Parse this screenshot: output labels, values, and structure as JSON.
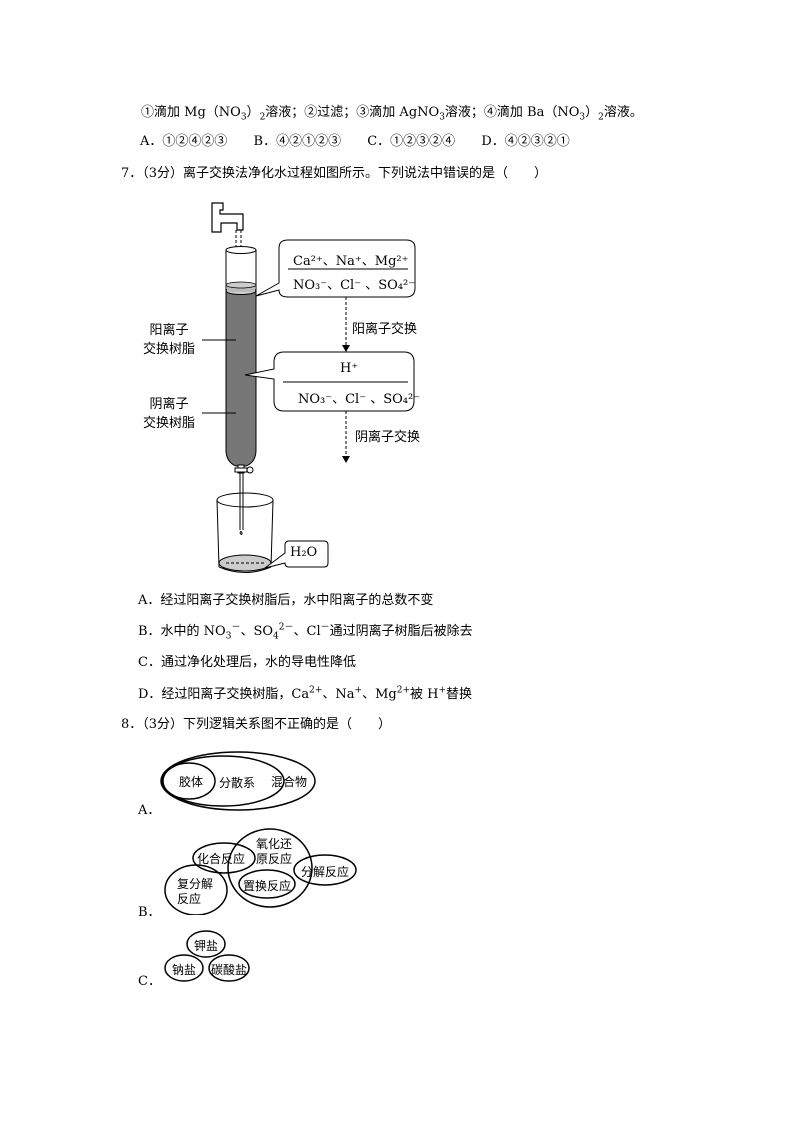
{
  "q6": {
    "steps_prefix_1": "①滴加 Mg（NO",
    "steps_sub_1": "3",
    "steps_mid_1": "）",
    "steps_sub_2": "2",
    "steps_text_2": "溶液；②过滤；③滴加 AgNO",
    "steps_sub_3": "3",
    "steps_text_3": "溶液；④滴加 Ba（NO",
    "steps_sub_4": "3",
    "steps_mid_4": "）",
    "steps_sub_5": "2",
    "steps_text_5": "溶液。",
    "options": [
      {
        "label": "A．①②④②③"
      },
      {
        "label": "B．④②①②③"
      },
      {
        "label": "C．①②③②④"
      },
      {
        "label": "D．④②③②①"
      }
    ]
  },
  "q7": {
    "stem": "7．（3分）离子交换法净化水过程如图所示。下列说法中错误的是（　　）",
    "figure": {
      "bubble1_top": "Ca²⁺、Na⁺、Mg²⁺",
      "bubble1_bottom": "NO₃⁻、Cl⁻ 、SO₄²⁻",
      "bubble2_top": "H⁺",
      "bubble2_bottom": "NO₃⁻、Cl⁻ 、SO₄²⁻",
      "arrow1_label": "阳离子交换",
      "arrow2_label": "阴离子交换",
      "resin1_line1": "阳离子",
      "resin1_line2": "交换树脂",
      "resin2_line1": "阴离子",
      "resin2_line2": "交换树脂",
      "beaker_label": "H₂O"
    },
    "options": {
      "A": "A．经过阳离子交换树脂后，水中阳离子的总数不变",
      "B_prefix": "B．水中的 NO",
      "B_sub1": "3",
      "B_sup1": "－",
      "B_mid1": "、SO",
      "B_sub2": "4",
      "B_sup2": "2－",
      "B_mid2": "、Cl",
      "B_sup3": "－",
      "B_suffix": "通过阴离子树脂后被除去",
      "C": "C．通过净化处理后，水的导电性降低",
      "D_prefix": "D．经过阳离子交换树脂，Ca",
      "D_sup1": "2+",
      "D_mid1": "、Na",
      "D_sup2": "+",
      "D_mid2": "、Mg",
      "D_sup3": "2+",
      "D_mid3": "被 H",
      "D_sup4": "+",
      "D_suffix": "替换"
    }
  },
  "q8": {
    "stem": "8．（3分）下列逻辑关系图不正确的是（　　）",
    "A": {
      "label": "A．",
      "inner": "胶体",
      "middle": "分散系",
      "outer": "混合物"
    },
    "B": {
      "label": "B．",
      "redox_1": "氧化还",
      "redox_2": "原反应",
      "combination": "化合反应",
      "displacement": "置换反应",
      "decomposition": "分解反应",
      "double_1": "复分解",
      "double_2": "反应"
    },
    "C": {
      "label": "C．",
      "potassium": "钾盐",
      "sodium": "钠盐",
      "carbonate": "碳酸盐"
    }
  }
}
